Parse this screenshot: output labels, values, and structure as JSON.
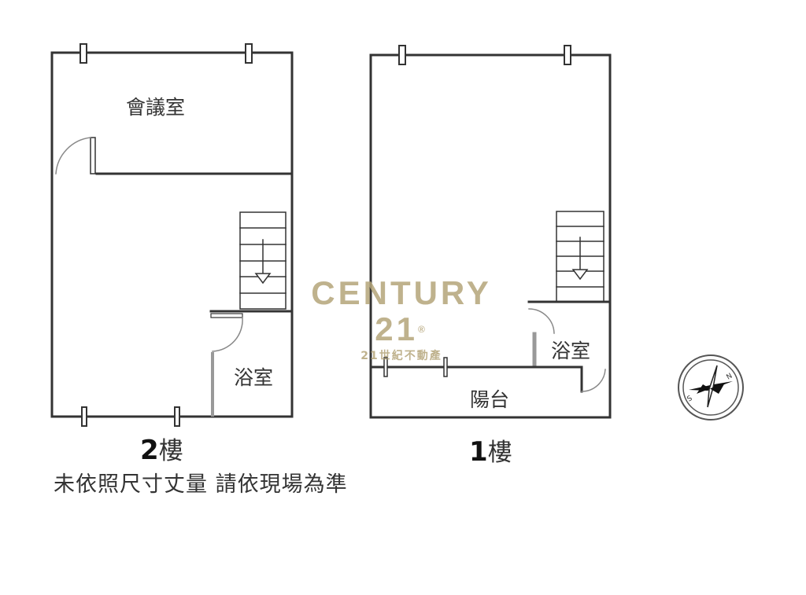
{
  "floors": [
    {
      "id": "floor-2",
      "number": "2",
      "suffix": "樓",
      "rooms": [
        {
          "name": "會議室"
        },
        {
          "name": "浴室"
        }
      ]
    },
    {
      "id": "floor-1",
      "number": "1",
      "suffix": "樓",
      "rooms": [
        {
          "name": "浴室"
        },
        {
          "name": "陽台"
        }
      ]
    }
  ],
  "disclaimer": "未依照尺寸丈量 請依現場為準",
  "watermark": {
    "brand": "CENTURY 21",
    "registered_mark": "®",
    "subtitle": "21世紀不動產",
    "color": "#b5a57a"
  },
  "compass": {
    "north_label": "N",
    "south_label": "S"
  },
  "colors": {
    "wall": "#333333",
    "door_arc": "#888888",
    "text": "#333333"
  }
}
